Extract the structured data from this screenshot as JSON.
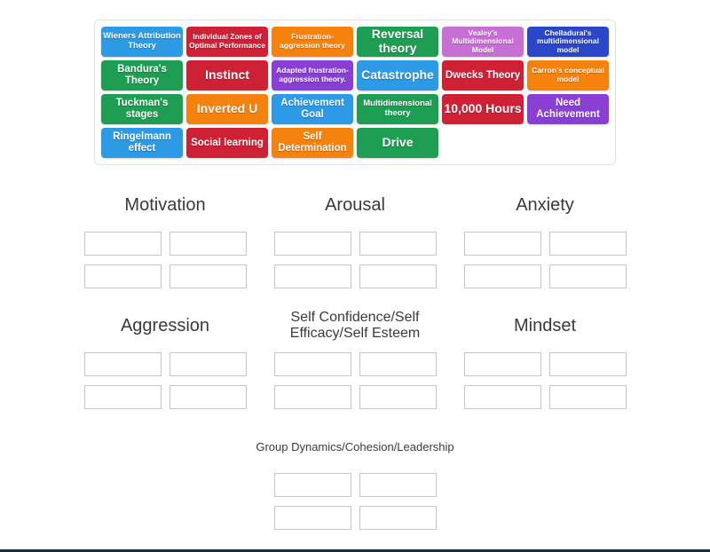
{
  "page": {
    "background": "#ffffff",
    "footer_bar_color": "#13303a",
    "title_text_color": "#3a3a3a",
    "slot_border_color": "#c6c6c6"
  },
  "tray": {
    "tiles": [
      {
        "label": "Wieners Attribution Theory",
        "color": "#2d9ae5",
        "size": "sm"
      },
      {
        "label": "Individual Zones of Optimal Performance",
        "color": "#cf2136",
        "size": "xs"
      },
      {
        "label": "Frustration-aggression theory",
        "color": "#f5820d",
        "size": "xs"
      },
      {
        "label": "Reversal theory",
        "color": "#1d9e53",
        "size": "lg"
      },
      {
        "label": "Vealey's Multidimensional Model",
        "color": "#c76fd4",
        "size": "xs"
      },
      {
        "label": "Chelladurai's multidimensional model",
        "color": "#2a46c9",
        "size": "xs"
      },
      {
        "label": "Bandura's Theory",
        "color": "#1d9e53",
        "size": "md"
      },
      {
        "label": "Instinct",
        "color": "#cf2136",
        "size": "lg"
      },
      {
        "label": "Adapted frustration-aggression theory.",
        "color": "#8a3fd4",
        "size": "xs"
      },
      {
        "label": "Catastrophe",
        "color": "#2d9ae5",
        "size": "lg"
      },
      {
        "label": "Dwecks Theory",
        "color": "#cf2136",
        "size": "md"
      },
      {
        "label": "Carron's conceptual model",
        "color": "#f5820d",
        "size": "xs"
      },
      {
        "label": "Tuckman's stages",
        "color": "#1d9e53",
        "size": "md"
      },
      {
        "label": "Inverted U",
        "color": "#f5820d",
        "size": "lg"
      },
      {
        "label": "Achievement Goal",
        "color": "#2d9ae5",
        "size": "md"
      },
      {
        "label": "Multidimensional theory",
        "color": "#1d9e53",
        "size": "sm"
      },
      {
        "label": "10,000 Hours",
        "color": "#cf2136",
        "size": "lg"
      },
      {
        "label": "Need Achievement",
        "color": "#8a3fd4",
        "size": "md"
      },
      {
        "label": "Ringelmann effect",
        "color": "#2d9ae5",
        "size": "md"
      },
      {
        "label": "Social learning",
        "color": "#cf2136",
        "size": "md"
      },
      {
        "label": "Self Determination",
        "color": "#f5820d",
        "size": "md"
      },
      {
        "label": "Drive",
        "color": "#1d9e53",
        "size": "lg"
      }
    ]
  },
  "groups": [
    {
      "title": "Motivation",
      "slot_count": 4,
      "title_size": "lg",
      "wide": false
    },
    {
      "title": "Arousal",
      "slot_count": 4,
      "title_size": "lg",
      "wide": false
    },
    {
      "title": "Anxiety",
      "slot_count": 4,
      "title_size": "lg",
      "wide": false
    },
    {
      "title": "Aggression",
      "slot_count": 4,
      "title_size": "lg",
      "wide": false
    },
    {
      "title": "Self Confidence/Self Efficacy/Self Esteem",
      "slot_count": 4,
      "title_size": "md",
      "wide": false
    },
    {
      "title": "Mindset",
      "slot_count": 4,
      "title_size": "lg",
      "wide": false
    },
    {
      "title": "Group Dynamics/Cohesion/Leadership",
      "slot_count": 4,
      "title_size": "sm",
      "wide": true
    }
  ]
}
